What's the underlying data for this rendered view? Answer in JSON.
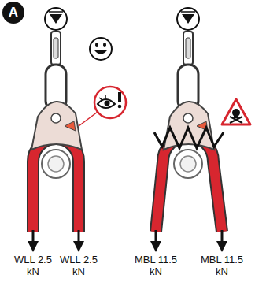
{
  "diagram": {
    "nodes": [
      {
        "text": [
          "A"
        ]
      }
    ],
    "labels": [
      "WLL 2.5 kN",
      "WLL 2.5 kN",
      "MBL 11.5 kN",
      "MBL 11.5 kN"
    ]
  }
}
